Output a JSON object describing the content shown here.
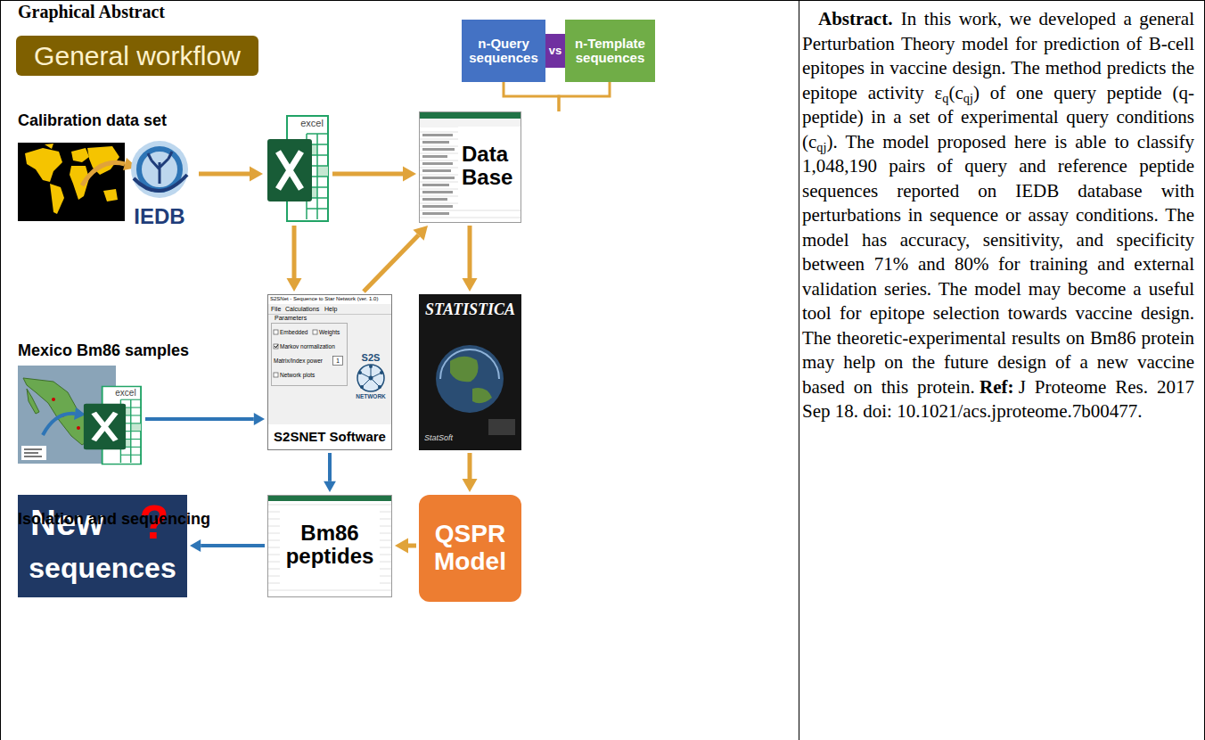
{
  "diagram": {
    "nodes": [
      {
        "text": [
          "General workflow"
        ]
      },
      {
        "text": [
          "n-Query sequences"
        ]
      },
      {
        "text": [
          "vs"
        ]
      },
      {
        "text": [
          "n-Template sequences"
        ]
      },
      {
        "text": [
          "IEDB"
        ]
      },
      {
        "text": [
          "excel"
        ]
      },
      {
        "text": [
          "Data Base"
        ]
      },
      {
        "text": [
          "excel"
        ]
      },
      {
        "text": [
          "S2SNet - Sequence to Star Network (ver. 1.0)",
          "File",
          "Calculations",
          "Help",
          "Parameters",
          "Embedded",
          "Weights",
          "Markov normalization",
          "Matrix/Index power",
          "1",
          "Network plots",
          "S2S",
          "NETWORK",
          "S2SNET Software"
        ]
      },
      {
        "text": [
          "STATISTICA",
          "StatSoft"
        ]
      },
      {
        "text": [
          "QSPR Model"
        ]
      },
      {
        "text": [
          "Bm86 peptides"
        ]
      },
      {
        "text": [
          "New",
          "?",
          "sequences"
        ]
      },
      {
        "text": [
          "Abstract.",
          "In this work, we developed a general Perturbation Theory model for prediction of B-cell epitopes in vaccine design. The method predicts the epitope activity ε",
          "q",
          "(c",
          "qj",
          ") of one query peptide (q-peptide) in a set of experimental query conditions (c",
          "qj",
          "). The model proposed here is able to classify 1,048,190 pairs of query and reference peptide sequences reported on IEDB database with perturbations in sequence or assay conditions. The model has accuracy, sensitivity, and specificity between 71% and 80% for training and external validation series. The model may become a useful tool for epitope selection towards vaccine design. The theoretic-experimental results on Bm86 protein may help on the future design of a new vaccine based on this protein.",
          "Ref:",
          "J Proteome Res. 2017 Sep 18. doi: 10.1021/acs.jproteome.7b00477."
        ]
      }
    ],
    "edges": [
      {
        "from": 4,
        "to": 5,
        "arrow": "to"
      },
      {
        "from": 5,
        "to": 6,
        "arrow": "to"
      },
      {
        "from": 5,
        "to": 8,
        "arrow": "to"
      },
      {
        "from": 8,
        "to": 6,
        "arrow": "to"
      },
      {
        "from": 6,
        "to": 9,
        "arrow": "to"
      },
      {
        "from": 9,
        "to": 10,
        "arrow": "to"
      },
      {
        "from": 10,
        "to": 11,
        "arrow": "to"
      },
      {
        "from": 11,
        "to": 12,
        "arrow": "to"
      },
      {
        "from": 8,
        "to": 11,
        "arrow": "to"
      },
      {
        "from": 7,
        "to": 8,
        "arrow": "to"
      },
      {
        "from": 1,
        "to": 6,
        "arrow": "none"
      },
      {
        "from": 3,
        "to": 6,
        "arrow": "none"
      }
    ],
    "labels": [
      "Graphical Abstract",
      "Calibration data set",
      "Mexico Bm86 samples",
      "Isolation and sequencing"
    ]
  }
}
